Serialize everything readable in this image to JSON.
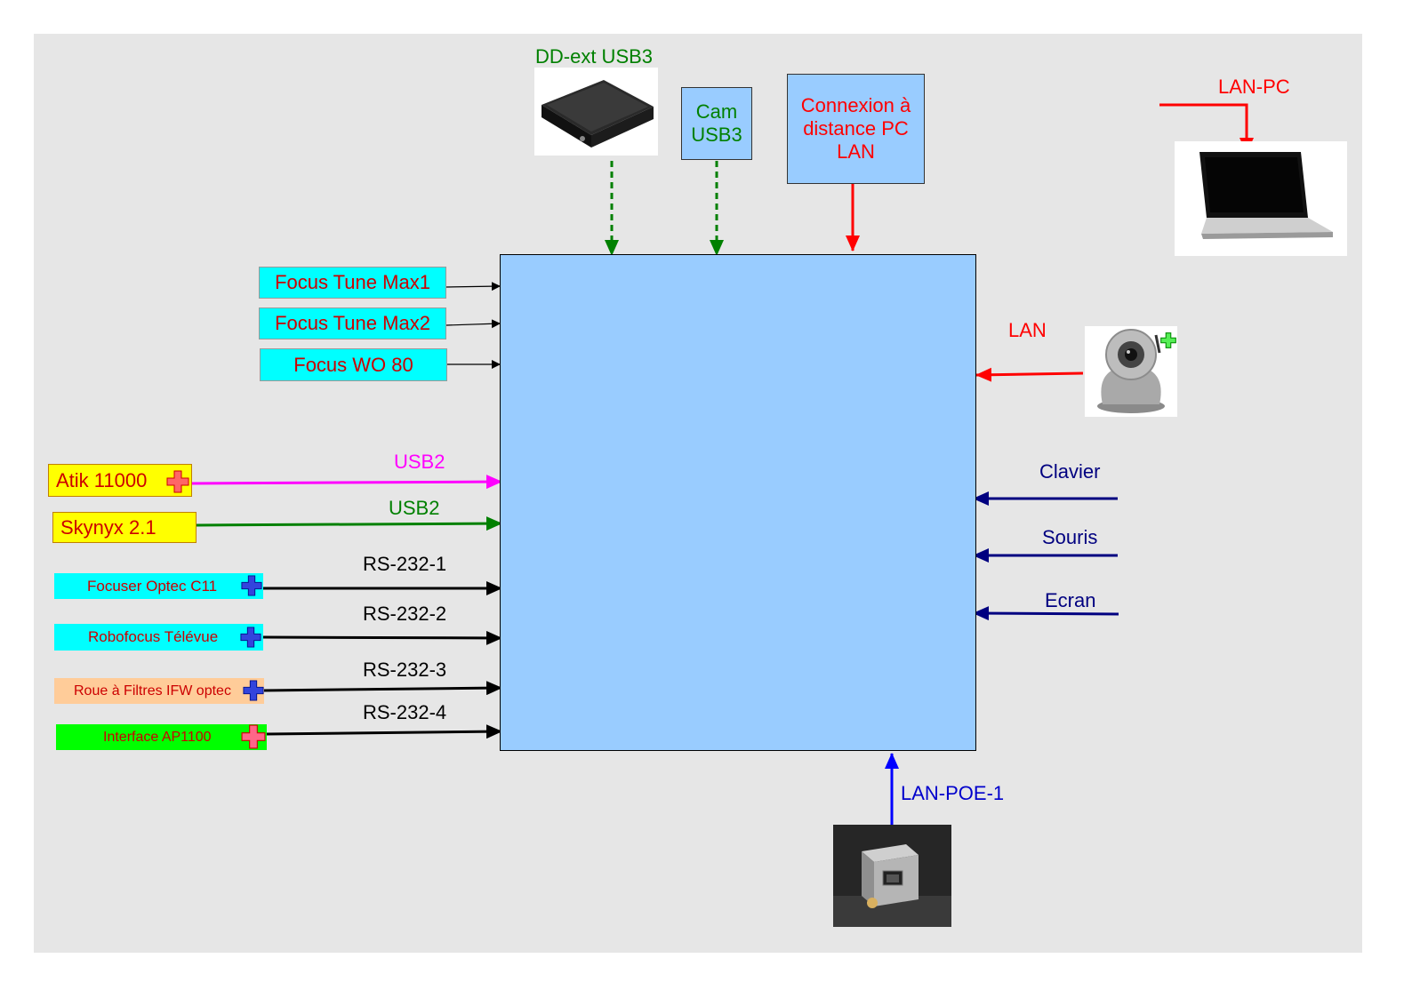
{
  "colors": {
    "background": "#e6e6e6",
    "hub": "#99ccff",
    "cyan": "#00ffff",
    "yellow": "#ffff00",
    "peach": "#ffcc99",
    "green_box": "#00ff00",
    "red": "#ff0000",
    "green_line": "#008000",
    "magenta": "#ff00ff",
    "navy": "#000080",
    "blue": "#0000ff",
    "black": "#000000"
  },
  "top": {
    "drive_label": "DD-ext USB3",
    "cam_box": [
      "Cam",
      "USB3"
    ],
    "remote_box": [
      "Connexion à",
      "distance PC",
      "LAN"
    ],
    "laptop_label": "LAN-PC"
  },
  "focusers": [
    "Focus Tune Max1",
    "Focus Tune Max2",
    "Focus WO 80"
  ],
  "usb_devices": [
    {
      "name": "Atik 11000",
      "link": "USB2"
    },
    {
      "name": "Skynyx 2.1",
      "link": "USB2"
    }
  ],
  "serial_devices": [
    {
      "name": "Focuser Optec C11",
      "link": "RS-232-1"
    },
    {
      "name": "Robofocus Télévue",
      "link": "RS-232-2"
    },
    {
      "name": "Roue à Filtres IFW optec",
      "link": "RS-232-3"
    },
    {
      "name": "Interface AP1100",
      "link": "RS-232-4"
    }
  ],
  "right": {
    "ipcam_label": "LAN",
    "peripherals": [
      "Clavier",
      "Souris",
      "Ecran"
    ]
  },
  "bottom": {
    "poe_label": "LAN-POE-1"
  },
  "icons": {
    "drive": "external-hard-drive-icon",
    "laptop": "laptop-icon",
    "ipcam": "ip-camera-icon",
    "poecam": "industrial-camera-icon",
    "power_plus": "plus-cross-icon"
  }
}
